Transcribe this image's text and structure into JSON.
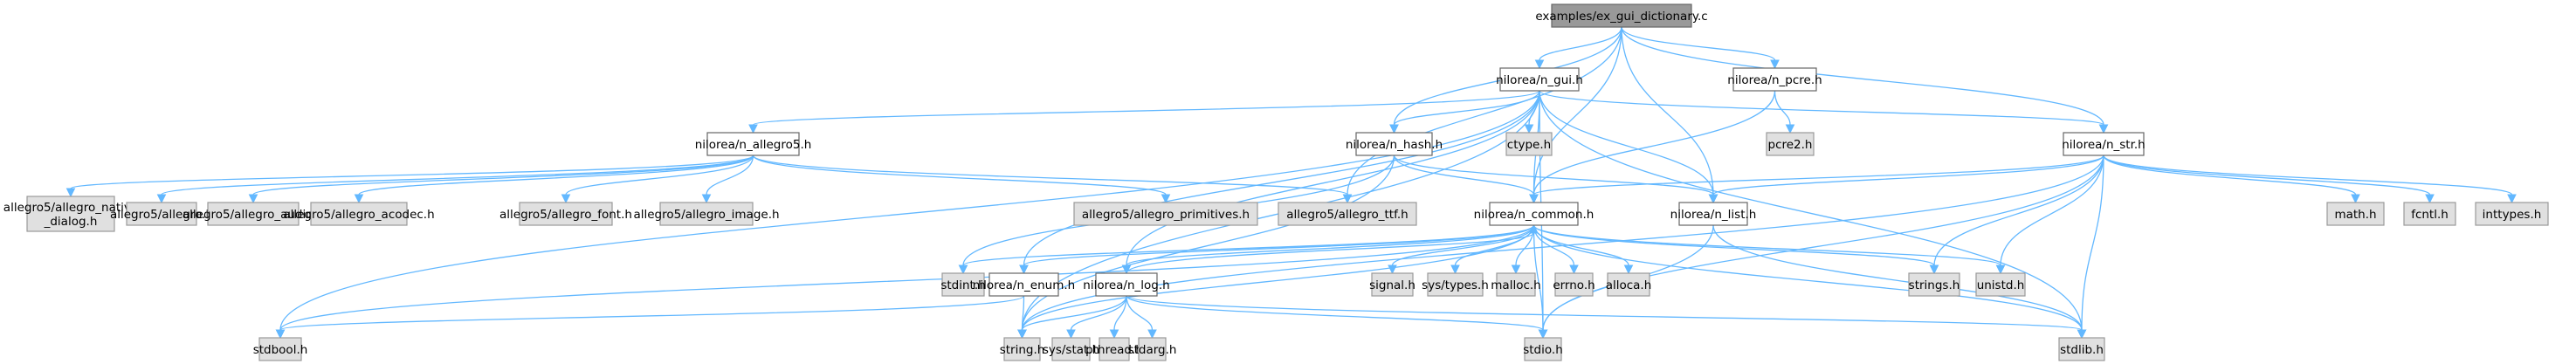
{
  "title": "examples/ex_gui_dictionary.c include dependency graph",
  "colors": {
    "root_fill": "#999999",
    "project_fill": "#ffffff",
    "system_fill": "#e0e0e0",
    "node_stroke": "#999999",
    "root_stroke": "#666666",
    "edge": "#63b8ff"
  },
  "nodes": [
    {
      "id": "root",
      "label": "examples/ex_gui_dictionary.c",
      "kind": "root"
    },
    {
      "id": "n_gui",
      "label": "nilorea/n_gui.h",
      "kind": "project"
    },
    {
      "id": "n_pcre",
      "label": "nilorea/n_pcre.h",
      "kind": "project"
    },
    {
      "id": "n_allegro5",
      "label": "nilorea/n_allegro5.h",
      "kind": "project"
    },
    {
      "id": "n_hash",
      "label": "nilorea/n_hash.h",
      "kind": "project"
    },
    {
      "id": "ctype",
      "label": "ctype.h",
      "kind": "system"
    },
    {
      "id": "pcre2",
      "label": "pcre2.h",
      "kind": "system"
    },
    {
      "id": "n_str",
      "label": "nilorea/n_str.h",
      "kind": "project"
    },
    {
      "id": "al_native",
      "label": "allegro5/allegro_native\n_dialog.h",
      "kind": "system"
    },
    {
      "id": "al_allegro",
      "label": "allegro5/allegro.h",
      "kind": "system"
    },
    {
      "id": "al_audio",
      "label": "allegro5/allegro_audio.h",
      "kind": "system"
    },
    {
      "id": "al_acodec",
      "label": "allegro5/allegro_acodec.h",
      "kind": "system"
    },
    {
      "id": "al_font",
      "label": "allegro5/allegro_font.h",
      "kind": "system"
    },
    {
      "id": "al_image",
      "label": "allegro5/allegro_image.h",
      "kind": "system"
    },
    {
      "id": "al_prim",
      "label": "allegro5/allegro_primitives.h",
      "kind": "system"
    },
    {
      "id": "al_ttf",
      "label": "allegro5/allegro_ttf.h",
      "kind": "system"
    },
    {
      "id": "n_common",
      "label": "nilorea/n_common.h",
      "kind": "project"
    },
    {
      "id": "n_list",
      "label": "nilorea/n_list.h",
      "kind": "project"
    },
    {
      "id": "math",
      "label": "math.h",
      "kind": "system"
    },
    {
      "id": "fcntl",
      "label": "fcntl.h",
      "kind": "system"
    },
    {
      "id": "inttypes",
      "label": "inttypes.h",
      "kind": "system"
    },
    {
      "id": "stdint",
      "label": "stdint.h",
      "kind": "system"
    },
    {
      "id": "n_enum",
      "label": "nilorea/n_enum.h",
      "kind": "project"
    },
    {
      "id": "n_log",
      "label": "nilorea/n_log.h",
      "kind": "project"
    },
    {
      "id": "signal",
      "label": "signal.h",
      "kind": "system"
    },
    {
      "id": "systypes",
      "label": "sys/types.h",
      "kind": "system"
    },
    {
      "id": "malloc",
      "label": "malloc.h",
      "kind": "system"
    },
    {
      "id": "errno",
      "label": "errno.h",
      "kind": "system"
    },
    {
      "id": "alloca",
      "label": "alloca.h",
      "kind": "system"
    },
    {
      "id": "strings",
      "label": "strings.h",
      "kind": "system"
    },
    {
      "id": "unistd",
      "label": "unistd.h",
      "kind": "system"
    },
    {
      "id": "stdbool",
      "label": "stdbool.h",
      "kind": "system"
    },
    {
      "id": "string",
      "label": "string.h",
      "kind": "system"
    },
    {
      "id": "sysstat",
      "label": "sys/stat.h",
      "kind": "system"
    },
    {
      "id": "pthread",
      "label": "pthread.h",
      "kind": "system"
    },
    {
      "id": "stdarg",
      "label": "stdarg.h",
      "kind": "system"
    },
    {
      "id": "stdio",
      "label": "stdio.h",
      "kind": "system"
    },
    {
      "id": "stdlib",
      "label": "stdlib.h",
      "kind": "system"
    }
  ],
  "edges": [
    [
      "root",
      "n_gui"
    ],
    [
      "root",
      "n_pcre"
    ],
    [
      "root",
      "n_hash"
    ],
    [
      "root",
      "n_common"
    ],
    [
      "root",
      "n_list"
    ],
    [
      "root",
      "n_str"
    ],
    [
      "root",
      "al_ttf"
    ],
    [
      "n_gui",
      "n_allegro5"
    ],
    [
      "n_gui",
      "n_hash"
    ],
    [
      "n_gui",
      "ctype"
    ],
    [
      "n_gui",
      "n_common"
    ],
    [
      "n_gui",
      "n_list"
    ],
    [
      "n_gui",
      "n_str"
    ],
    [
      "n_gui",
      "stdbool"
    ],
    [
      "n_gui",
      "string"
    ],
    [
      "n_gui",
      "n_enum"
    ],
    [
      "n_gui",
      "n_log"
    ],
    [
      "n_gui",
      "stdio"
    ],
    [
      "n_gui",
      "stdlib"
    ],
    [
      "n_pcre",
      "pcre2"
    ],
    [
      "n_pcre",
      "n_common"
    ],
    [
      "n_allegro5",
      "al_native"
    ],
    [
      "n_allegro5",
      "al_allegro"
    ],
    [
      "n_allegro5",
      "al_audio"
    ],
    [
      "n_allegro5",
      "al_acodec"
    ],
    [
      "n_allegro5",
      "al_font"
    ],
    [
      "n_allegro5",
      "al_image"
    ],
    [
      "n_allegro5",
      "al_prim"
    ],
    [
      "n_allegro5",
      "al_ttf"
    ],
    [
      "n_hash",
      "n_common"
    ],
    [
      "n_hash",
      "n_list"
    ],
    [
      "n_hash",
      "string"
    ],
    [
      "n_hash",
      "stdint"
    ],
    [
      "n_str",
      "n_common"
    ],
    [
      "n_str",
      "n_list"
    ],
    [
      "n_str",
      "math"
    ],
    [
      "n_str",
      "fcntl"
    ],
    [
      "n_str",
      "inttypes"
    ],
    [
      "n_str",
      "strings"
    ],
    [
      "n_str",
      "unistd"
    ],
    [
      "n_str",
      "stdio"
    ],
    [
      "n_str",
      "stdlib"
    ],
    [
      "n_str",
      "string"
    ],
    [
      "n_common",
      "stdint"
    ],
    [
      "n_common",
      "n_enum"
    ],
    [
      "n_common",
      "n_log"
    ],
    [
      "n_common",
      "signal"
    ],
    [
      "n_common",
      "systypes"
    ],
    [
      "n_common",
      "malloc"
    ],
    [
      "n_common",
      "errno"
    ],
    [
      "n_common",
      "alloca"
    ],
    [
      "n_common",
      "strings"
    ],
    [
      "n_common",
      "unistd"
    ],
    [
      "n_common",
      "stdlib"
    ],
    [
      "n_common",
      "stdio"
    ],
    [
      "n_common",
      "string"
    ],
    [
      "n_common",
      "stdbool"
    ],
    [
      "n_list",
      "stdio"
    ],
    [
      "n_list",
      "stdlib"
    ],
    [
      "n_enum",
      "string"
    ],
    [
      "n_enum",
      "stdbool"
    ],
    [
      "n_log",
      "n_common"
    ],
    [
      "n_log",
      "sysstat"
    ],
    [
      "n_log",
      "pthread"
    ],
    [
      "n_log",
      "stdarg"
    ],
    [
      "n_log",
      "stdio"
    ],
    [
      "n_log",
      "stdlib"
    ],
    [
      "n_log",
      "string"
    ]
  ]
}
